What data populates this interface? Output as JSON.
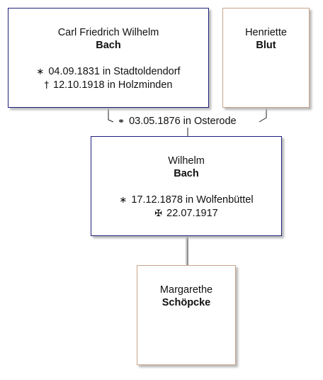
{
  "father": {
    "given": "Carl Friedrich Wilhelm",
    "surname": "Bach",
    "birth": {
      "symbol": "∗",
      "text": "04.09.1831 in Stadtoldendorf"
    },
    "death": {
      "symbol": "†",
      "text": "12.10.1918 in Holzminden"
    }
  },
  "mother": {
    "given": "Henriette",
    "surname": "Blut"
  },
  "marriage": {
    "symbol": "⚭",
    "text": "03.05.1876 in Osterode"
  },
  "child": {
    "given": "Wilhelm",
    "surname": "Bach",
    "birth": {
      "symbol": "∗",
      "text": "17.12.1878 in Wolfenbüttel"
    },
    "death": {
      "symbol": "✠",
      "text": "22.07.1917"
    }
  },
  "spouse": {
    "given": "Margarethe",
    "surname": "Schöpcke"
  },
  "colors": {
    "male_border": "#1f1f7a",
    "female_border": "#c9a48a",
    "connector": "#222222"
  }
}
